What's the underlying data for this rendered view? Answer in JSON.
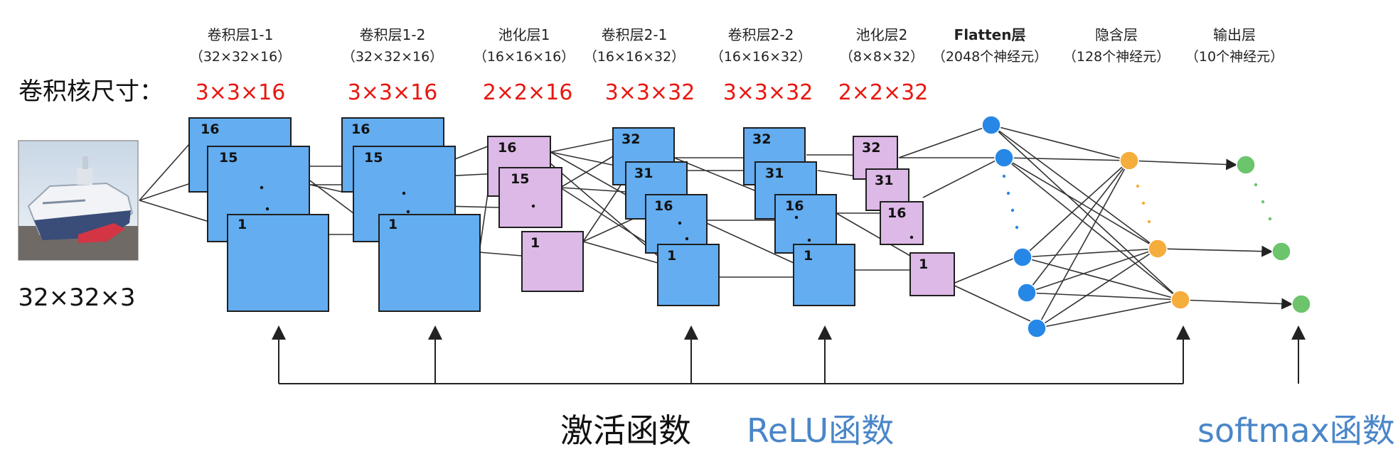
{
  "kernel_label": "卷积核尺寸：",
  "input_size": "32×32×3",
  "layers": [
    {
      "name": "卷积层1-1",
      "dims": "（32×32×16）",
      "kernel": "3×3×16"
    },
    {
      "name": "卷积层1-2",
      "dims": "（32×32×16）",
      "kernel": "3×3×16"
    },
    {
      "name": "池化层1",
      "dims": "（16×16×16）",
      "kernel": "2×2×16"
    },
    {
      "name": "卷积层2-1",
      "dims": "（16×16×32）",
      "kernel": "3×3×32"
    },
    {
      "name": "卷积层2-2",
      "dims": "（16×16×32）",
      "kernel": "3×3×32"
    },
    {
      "name": "池化层2",
      "dims": "（8×8×32）",
      "kernel": "2×2×32"
    },
    {
      "name": "Flatten层",
      "dims": "（2048个神经元）",
      "kernel": ""
    },
    {
      "name": "隐含层",
      "dims": "（128个神经元）",
      "kernel": ""
    },
    {
      "name": "输出层",
      "dims": "（10个神经元）",
      "kernel": ""
    }
  ],
  "map_labels": {
    "conv1_1": [
      "16",
      "15",
      "1"
    ],
    "conv1_2": [
      "16",
      "15",
      "1"
    ],
    "pool1": [
      "16",
      "15",
      "1"
    ],
    "conv2_1": [
      "32",
      "31",
      "16",
      "1"
    ],
    "conv2_2": [
      "32",
      "31",
      "16",
      "1"
    ],
    "pool2": [
      "32",
      "31",
      "16",
      "1"
    ]
  },
  "activation_label": "激活函数",
  "relu_label": "ReLU函数",
  "softmax_label": "softmax函数",
  "colors": {
    "conv": "#63adf0",
    "pool": "#dcb9e6",
    "flatten_node": "#2787e6",
    "hidden_node": "#f5ad3c",
    "output_node": "#6cc46c",
    "kernel_text": "#e8170f",
    "function_text": "#4a86c9"
  }
}
